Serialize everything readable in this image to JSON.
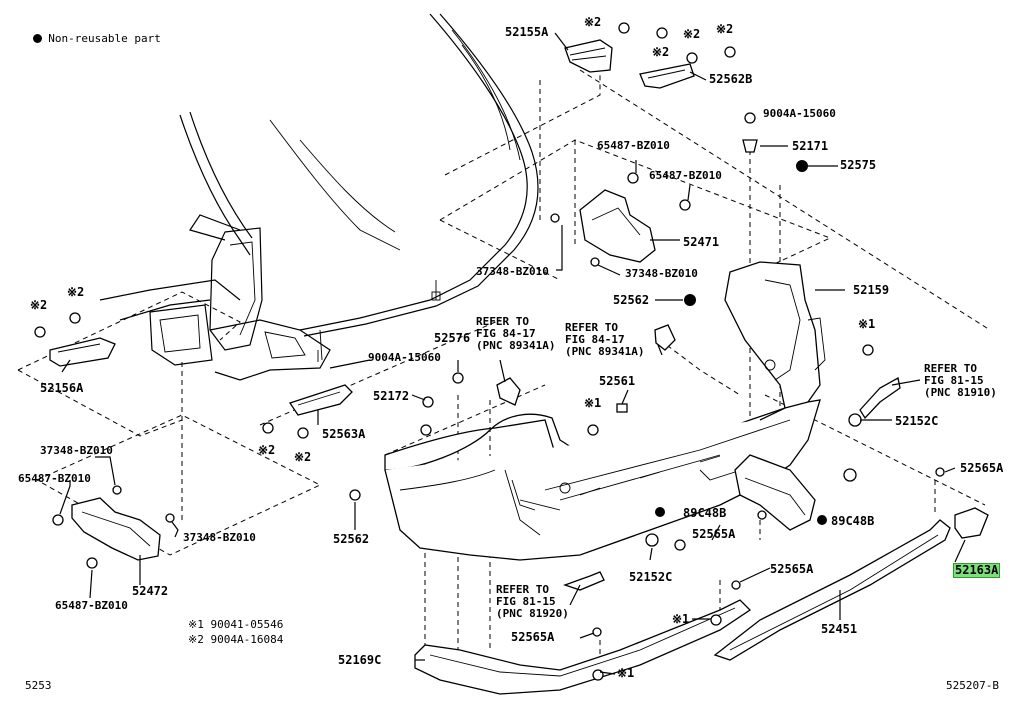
{
  "legend": {
    "symbol": "●",
    "text": "Non-reusable part"
  },
  "notes": [
    {
      "mark": "※1",
      "part": "90041-05546"
    },
    {
      "mark": "※2",
      "part": "9004A-16084"
    }
  ],
  "footer": {
    "left": "5253",
    "right": "525207-B"
  },
  "labels": {
    "p52155A": "52155A",
    "p52562B": "52562B",
    "p9004A15060_top": "9004A-15060",
    "p52171": "52171",
    "p52575": "52575",
    "p65487_a": "65487-BZ010",
    "p65487_b": "65487-BZ010",
    "p52471": "52471",
    "p37348_a": "37348-BZ010",
    "p37348_b": "37348-BZ010",
    "p52562_top": "52562",
    "p52159": "52159",
    "p52156A": "52156A",
    "p52576": "52576",
    "p9004A15060_mid": "9004A-15060",
    "p52172": "52172",
    "p52563A": "52563A",
    "p52561": "52561",
    "p52152C_r": "52152C",
    "p37348_c": "37348-BZ010",
    "p65487_c": "65487-BZ010",
    "p37348_d": "37348-BZ010",
    "p65487_d": "65487-BZ010",
    "p52472": "52472",
    "p52562_bot": "52562",
    "p89C48B_l": "89C48B",
    "p89C48B_r": "89C48B",
    "p52565A_a": "52565A",
    "p52565A_b": "52565A",
    "p52565A_c": "52565A",
    "p52565A_d": "52565A",
    "p52152C_b": "52152C",
    "p52163A": "52163A",
    "p52451": "52451",
    "p52169C": "52169C"
  },
  "marks": {
    "m1": "※1",
    "m2": "※2"
  },
  "refs": {
    "ref_84_17_a": [
      "REFER TO",
      "FIG 84-17",
      "(PNC 89341A)"
    ],
    "ref_84_17_b": [
      "REFER TO",
      "FIG 84-17",
      "(PNC 89341A)"
    ],
    "ref_81_15_a": [
      "REFER TO",
      "FIG 81-15",
      "(PNC 81910)"
    ],
    "ref_81_15_b": [
      "REFER TO",
      "FIG 81-15",
      "(PNC 81920)"
    ]
  },
  "highlight": {
    "part": "52163A",
    "color": "#7be07b"
  }
}
